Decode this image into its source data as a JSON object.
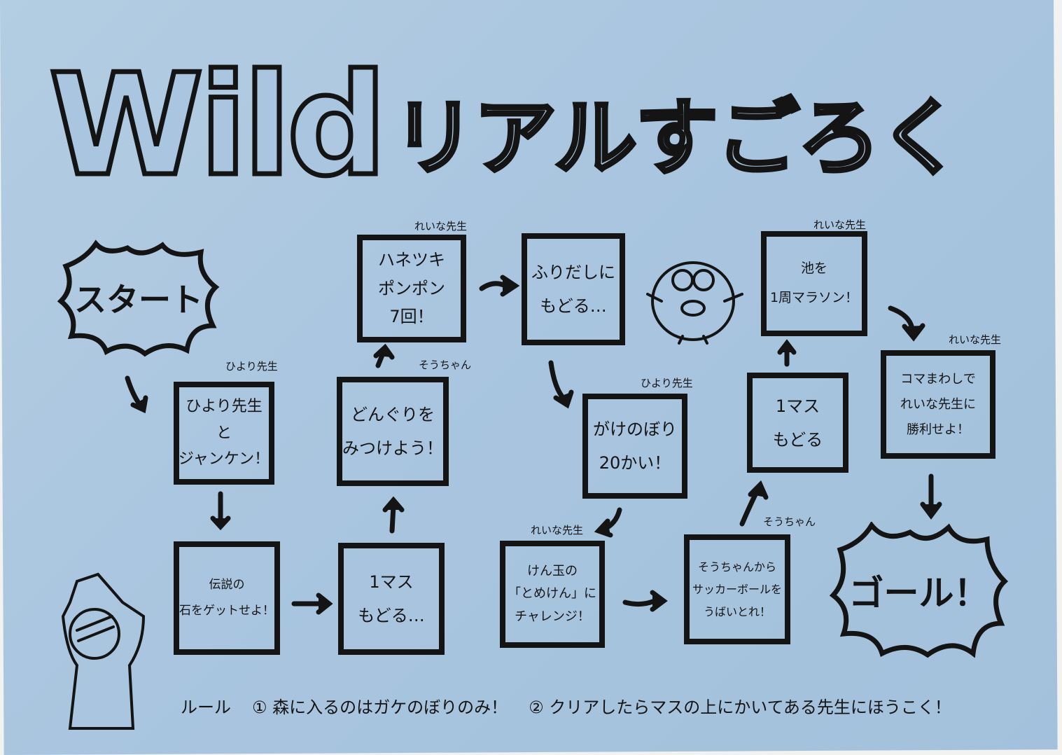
{
  "title": {
    "latin": "Wild",
    "kana": "リアルすごろく"
  },
  "start": "スタート",
  "goal": "ゴール！",
  "squares": [
    {
      "teacher": "ひより先生",
      "text": [
        "ひより先生",
        "と",
        "ジャンケン！"
      ]
    },
    {
      "teacher": "",
      "text": [
        "伝説の",
        "石をゲットせよ！"
      ]
    },
    {
      "teacher": "",
      "text": [
        "1マス",
        "もどる…"
      ]
    },
    {
      "teacher": "そうちゃん",
      "text": [
        "どんぐりを",
        "みつけよう！"
      ]
    },
    {
      "teacher": "れいな先生",
      "text": [
        "ハネツキ",
        "ポンポン",
        "7回！"
      ]
    },
    {
      "teacher": "",
      "text": [
        "ふりだしに",
        "もどる…"
      ]
    },
    {
      "teacher": "ひより先生",
      "text": [
        "がけのぼり",
        "20かい！"
      ]
    },
    {
      "teacher": "れいな先生",
      "text": [
        "けん玉の",
        "「とめけん」に",
        "チャレンジ！"
      ]
    },
    {
      "teacher": "そうちゃん",
      "text": [
        "そうちゃんから",
        "サッカーボールを",
        "うばいとれ！"
      ]
    },
    {
      "teacher": "",
      "text": [
        "1マス",
        "もどる"
      ]
    },
    {
      "teacher": "れいな先生",
      "text": [
        "池を",
        "1周マラソン！"
      ]
    },
    {
      "teacher": "れいな先生",
      "text": [
        "コマまわしで",
        "れいな先生に",
        "勝利せよ！"
      ]
    }
  ],
  "rules": {
    "label": "ルール",
    "rule1": "① 森に入るのはガケのぼりのみ！",
    "rule2": "② クリアしたらマスの上にかいてある先生にほうこく！"
  },
  "colors": {
    "paper": "#a9c5df",
    "ink": "#141414"
  }
}
